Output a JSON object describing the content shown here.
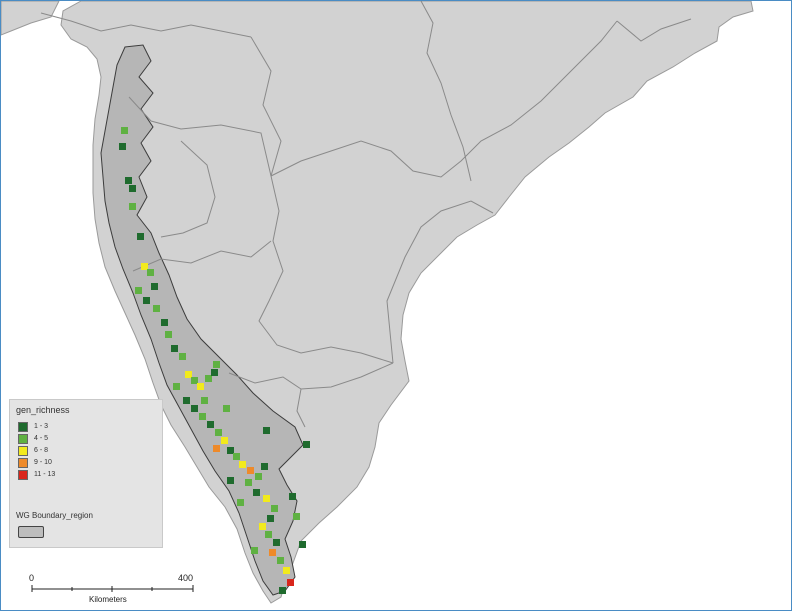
{
  "legend": {
    "title": "gen_richness",
    "classes": [
      {
        "label": "1 - 3",
        "color": "#1f6b2e"
      },
      {
        "label": "4 - 5",
        "color": "#5fb142"
      },
      {
        "label": "6 - 8",
        "color": "#f2ea1d"
      },
      {
        "label": "9 - 10",
        "color": "#ee8a2a"
      },
      {
        "label": "11 - 13",
        "color": "#d9261c"
      }
    ],
    "boundary_label": "WG Boundary_region",
    "boundary_color": "#bdbdbd"
  },
  "scale_bar": {
    "start_label": "0",
    "end_label": "400",
    "unit": "Kilometers"
  },
  "colors": {
    "land": "#d2d2d2",
    "water": "#ffffff",
    "boundary_region": "#b6b6b6",
    "state_lines": "#8a8a8a"
  }
}
